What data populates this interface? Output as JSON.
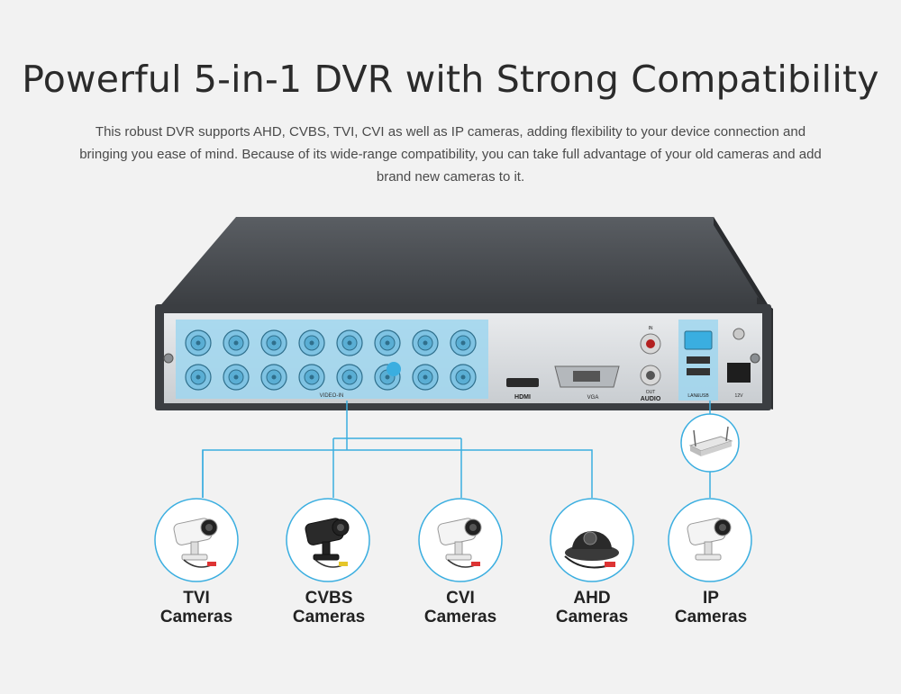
{
  "headline": "Powerful 5-in-1 DVR with Strong Compatibility",
  "description": "This robust DVR supports AHD, CVBS, TVI, CVI as well as IP cameras, adding flexibility to your device connection and bringing you ease of mind. Because of its wide-range compatibility, you can take full advantage of your old cameras and add brand new cameras to it.",
  "dvr_labels": {
    "video_in": "VIDEO-IN",
    "hdmi": "HDMI",
    "vga": "VGA",
    "audio_in": "IN",
    "audio_out": "OUT",
    "audio": "AUDIO",
    "lan_usb": "LAN&USB",
    "power": "12V"
  },
  "colors": {
    "accent": "#3aaee0",
    "highlight": "#9fd6ee",
    "text": "#222222",
    "background": "#f2f2f2"
  },
  "cameras": [
    {
      "type": "TVI",
      "label": "Cameras",
      "icon": "bullet-camera-icon"
    },
    {
      "type": "CVBS",
      "label": "Cameras",
      "icon": "black-bullet-camera-icon"
    },
    {
      "type": "CVI",
      "label": "Cameras",
      "icon": "bullet-camera-icon"
    },
    {
      "type": "AHD",
      "label": "Cameras",
      "icon": "dome-camera-icon"
    },
    {
      "type": "IP",
      "label": "Cameras",
      "icon": "ip-bullet-camera-icon"
    }
  ],
  "router_icon": "router-icon"
}
